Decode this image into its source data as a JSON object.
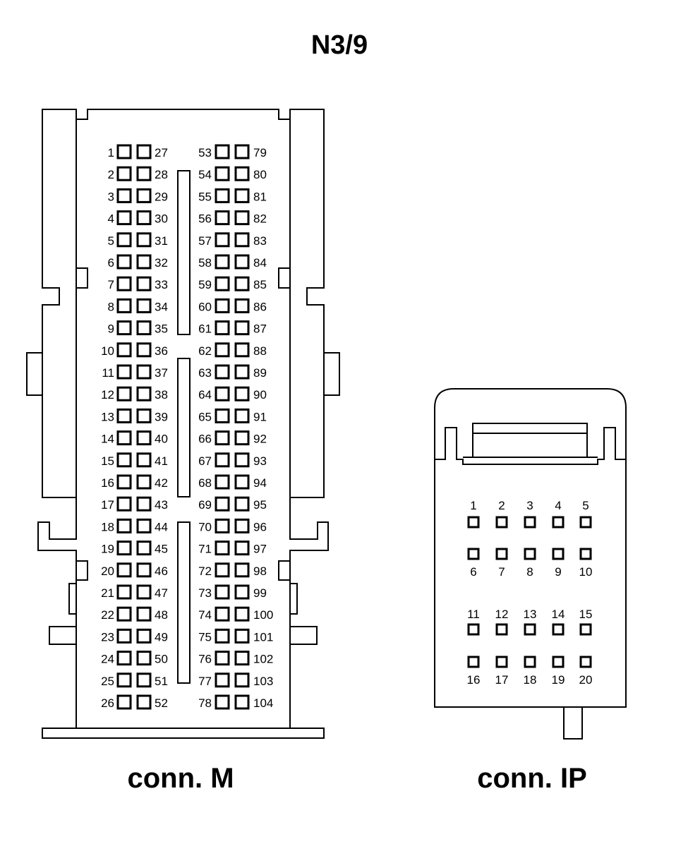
{
  "title": "N3/9",
  "connector_m": {
    "caption": "conn. M",
    "columns": [
      [
        "1",
        "2",
        "3",
        "4",
        "5",
        "6",
        "7",
        "8",
        "9",
        "10",
        "11",
        "12",
        "13",
        "14",
        "15",
        "16",
        "17",
        "18",
        "19",
        "20",
        "21",
        "22",
        "23",
        "24",
        "25",
        "26"
      ],
      [
        "27",
        "28",
        "29",
        "30",
        "31",
        "32",
        "33",
        "34",
        "35",
        "36",
        "37",
        "38",
        "39",
        "40",
        "41",
        "42",
        "43",
        "44",
        "45",
        "46",
        "47",
        "48",
        "49",
        "50",
        "51",
        "52"
      ],
      [
        "53",
        "54",
        "55",
        "56",
        "57",
        "58",
        "59",
        "60",
        "61",
        "62",
        "63",
        "64",
        "65",
        "66",
        "67",
        "68",
        "69",
        "70",
        "71",
        "72",
        "73",
        "74",
        "75",
        "76",
        "77",
        "78"
      ],
      [
        "79",
        "80",
        "81",
        "82",
        "83",
        "84",
        "85",
        "86",
        "87",
        "88",
        "89",
        "90",
        "91",
        "92",
        "93",
        "94",
        "95",
        "96",
        "97",
        "98",
        "99",
        "100",
        "101",
        "102",
        "103",
        "104"
      ]
    ]
  },
  "connector_ip": {
    "caption": "conn. IP",
    "rows": [
      [
        "1",
        "2",
        "3",
        "4",
        "5"
      ],
      [
        "6",
        "7",
        "8",
        "9",
        "10"
      ],
      [
        "11",
        "12",
        "13",
        "14",
        "15"
      ],
      [
        "16",
        "17",
        "18",
        "19",
        "20"
      ]
    ]
  }
}
